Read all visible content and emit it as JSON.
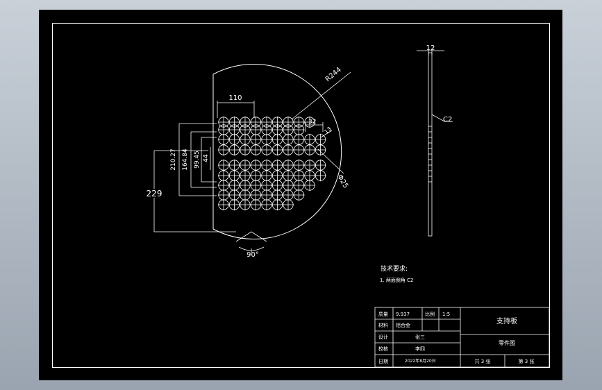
{
  "drawing": {
    "dimensions": {
      "width_110": "110",
      "radius": "R244",
      "pitch_32": "32",
      "v_21027": "210.27",
      "v_16484": "164.84",
      "v_9945": "99.45",
      "v_44": "44",
      "v_229": "229",
      "hole_dia": "Φ25",
      "angle": "90°",
      "thickness": "12",
      "chamfer": "C2",
      "extra_13": "13"
    },
    "notes": {
      "title": "技术要求:",
      "item1": "1. 两面倒角 C2"
    },
    "title_block": {
      "mass_label": "质量",
      "mass_value": "9.937",
      "scale_label": "比例",
      "scale_value": "1:5",
      "material_label": "材料",
      "material_value": "铝合金",
      "designer_label": "设计",
      "designer_value": "张三",
      "checker_label": "校核",
      "checker_value": "李四",
      "date_label": "日期",
      "date_value": "2022年8月20日",
      "part_name": "支持板",
      "drawing_type": "零件图",
      "sheets_total": "共 3 张",
      "sheet_no": "第 3 张"
    },
    "colors": {
      "background": "#000000",
      "lines": "#ffffff"
    }
  }
}
